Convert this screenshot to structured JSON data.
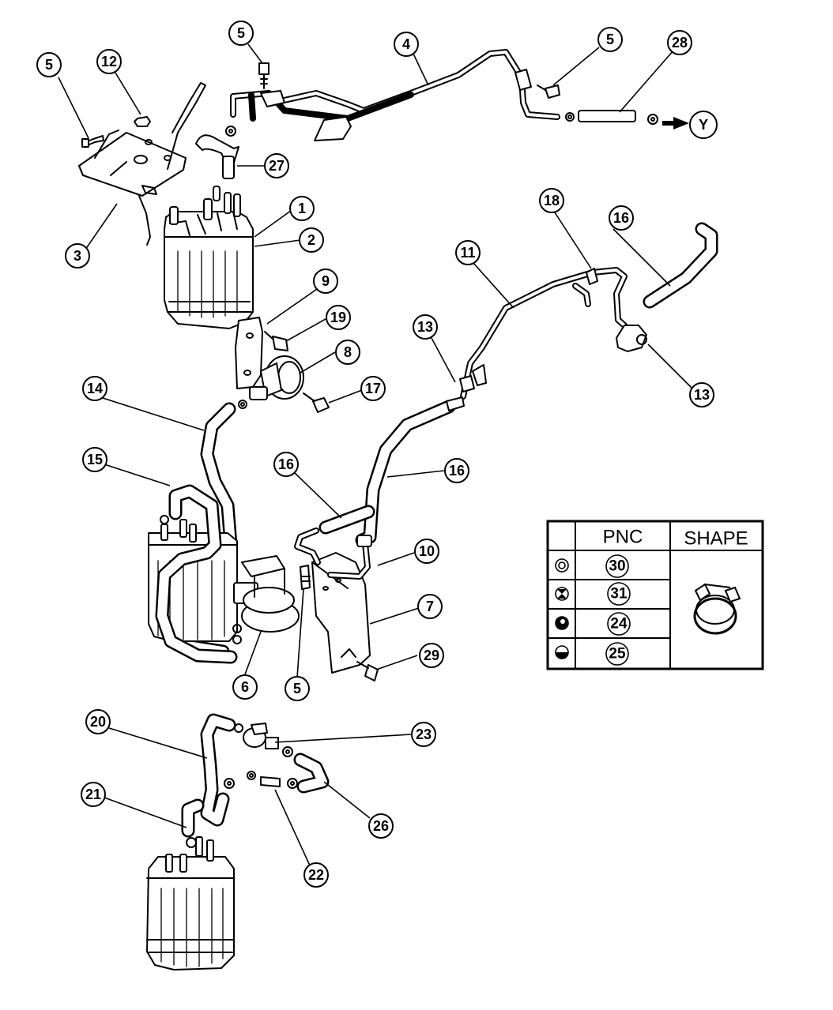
{
  "callouts": [
    {
      "id": "c5a",
      "label": "5"
    },
    {
      "id": "c12",
      "label": "12"
    },
    {
      "id": "c5b",
      "label": "5"
    },
    {
      "id": "c4",
      "label": "4"
    },
    {
      "id": "c5c",
      "label": "5"
    },
    {
      "id": "c28",
      "label": "28"
    },
    {
      "id": "cY",
      "label": "Y"
    },
    {
      "id": "c27",
      "label": "27"
    },
    {
      "id": "c1",
      "label": "1"
    },
    {
      "id": "c2",
      "label": "2"
    },
    {
      "id": "c3",
      "label": "3"
    },
    {
      "id": "c18",
      "label": "18"
    },
    {
      "id": "c16a",
      "label": "16"
    },
    {
      "id": "c11",
      "label": "11"
    },
    {
      "id": "c9",
      "label": "9"
    },
    {
      "id": "c19",
      "label": "19"
    },
    {
      "id": "c13a",
      "label": "13"
    },
    {
      "id": "c8",
      "label": "8"
    },
    {
      "id": "c13b",
      "label": "13"
    },
    {
      "id": "c14",
      "label": "14"
    },
    {
      "id": "c17",
      "label": "17"
    },
    {
      "id": "c15",
      "label": "15"
    },
    {
      "id": "c16b",
      "label": "16"
    },
    {
      "id": "c16c",
      "label": "16"
    },
    {
      "id": "c10",
      "label": "10"
    },
    {
      "id": "c7",
      "label": "7"
    },
    {
      "id": "c29",
      "label": "29"
    },
    {
      "id": "c6",
      "label": "6"
    },
    {
      "id": "c5d",
      "label": "5"
    },
    {
      "id": "c20",
      "label": "20"
    },
    {
      "id": "c23",
      "label": "23"
    },
    {
      "id": "c21",
      "label": "21"
    },
    {
      "id": "c26",
      "label": "26"
    },
    {
      "id": "c22",
      "label": "22"
    }
  ],
  "clamp_table": {
    "header_pnc": "PNC",
    "header_shape": "SHAPE",
    "rows": [
      {
        "symbol": "double-circle",
        "pnc": "30"
      },
      {
        "symbol": "half-filled-cross",
        "pnc": "31"
      },
      {
        "symbol": "filled-ring",
        "pnc": "24"
      },
      {
        "symbol": "half-filled-circle",
        "pnc": "25"
      }
    ]
  }
}
